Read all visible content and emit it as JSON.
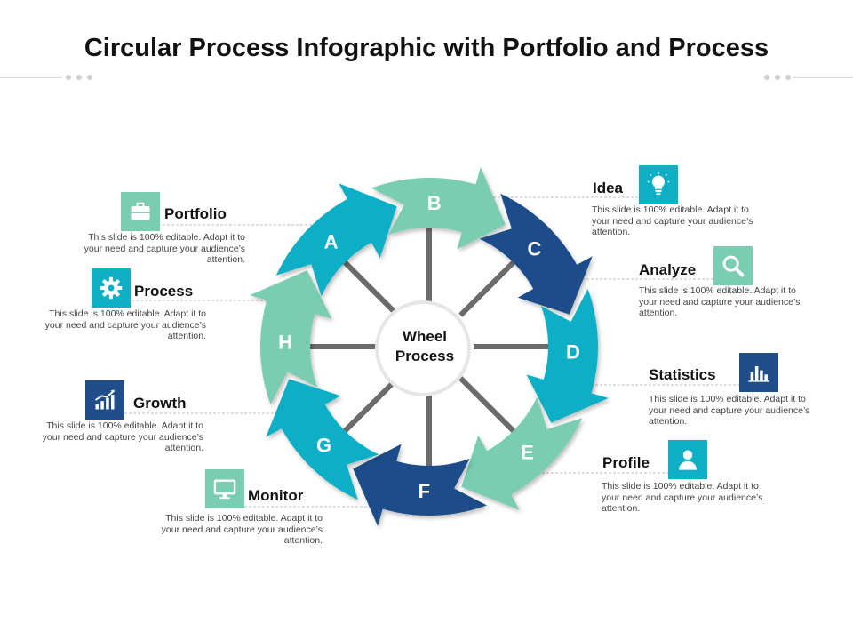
{
  "title": "Circular Process Infographic with Portfolio and Process",
  "center": {
    "line1": "Wheel",
    "line2": "Process"
  },
  "letters": [
    "A",
    "B",
    "C",
    "D",
    "E",
    "F",
    "G",
    "H"
  ],
  "items": {
    "idea": {
      "label": "Idea",
      "desc": "This slide is 100% editable. Adapt it to your need and capture your audience’s attention.",
      "icon": "lightbulb-icon"
    },
    "analyze": {
      "label": "Analyze",
      "desc": "This slide is 100% editable. Adapt it to your need and capture your audience’s attention.",
      "icon": "magnifier-icon"
    },
    "statistics": {
      "label": "Statistics",
      "desc": "This slide is 100% editable. Adapt it to your need and capture your audience’s attention.",
      "icon": "bar-chart-icon"
    },
    "profile": {
      "label": "Profile",
      "desc": "This slide is 100% editable. Adapt it to your need and capture your audience’s attention.",
      "icon": "user-icon"
    },
    "portfolio": {
      "label": "Portfolio",
      "desc": "This slide is 100% editable. Adapt it to your need and capture your audience’s attention.",
      "icon": "briefcase-icon"
    },
    "process": {
      "label": "Process",
      "desc": "This slide is 100% editable. Adapt it to your need and capture your audience’s attention.",
      "icon": "gear-icon"
    },
    "growth": {
      "label": "Growth",
      "desc": "This slide is 100% editable. Adapt it to your need and capture your audience’s attention.",
      "icon": "growth-chart-icon"
    },
    "monitor": {
      "label": "Monitor",
      "desc": "This slide is 100% editable. Adapt it to your need and capture your audience’s attention.",
      "icon": "monitor-icon"
    }
  },
  "colors": {
    "teal": "#0FAFC6",
    "mint": "#79CDB0",
    "navy": "#1F4E8A",
    "spoke": "#6b6b6b"
  }
}
